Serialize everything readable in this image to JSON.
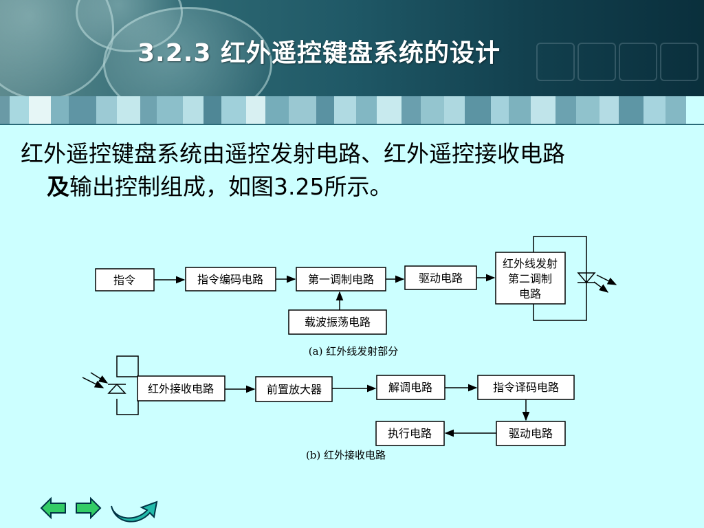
{
  "slide": {
    "title": "3.2.3  红外遥控键盘系统的设计",
    "paragraph_line1": "红外遥控键盘系统由遥控发射电路、红外遥控接收电路",
    "paragraph_bold": "及",
    "paragraph_line2": "输出控制组成，如图3.25所示。"
  },
  "diagram_a": {
    "blocks": {
      "command": "指令",
      "encoder": "指令编码电路",
      "mod1": "第一调制电路",
      "driver": "驱动电路",
      "tx_l1": "红外线发射",
      "tx_l2": "第二调制",
      "tx_l3": "电路",
      "carrier": "载波振荡电路"
    },
    "caption": "(a)  红外线发射部分"
  },
  "diagram_b": {
    "blocks": {
      "rx": "红外接收电路",
      "preamp": "前置放大器",
      "demod": "解调电路",
      "decoder": "指令译码电路",
      "driver": "驱动电路",
      "exec": "执行电路"
    },
    "caption": "(b)  红外接收电路"
  },
  "nav": {
    "colors": {
      "arrow_fill": "#33cc66",
      "arrow_stroke": "#003344",
      "return_fill": "#22bbaa"
    },
    "prev_icon": "left-arrow-icon",
    "next_icon": "right-arrow-icon",
    "return_icon": "return-arrow-icon"
  }
}
